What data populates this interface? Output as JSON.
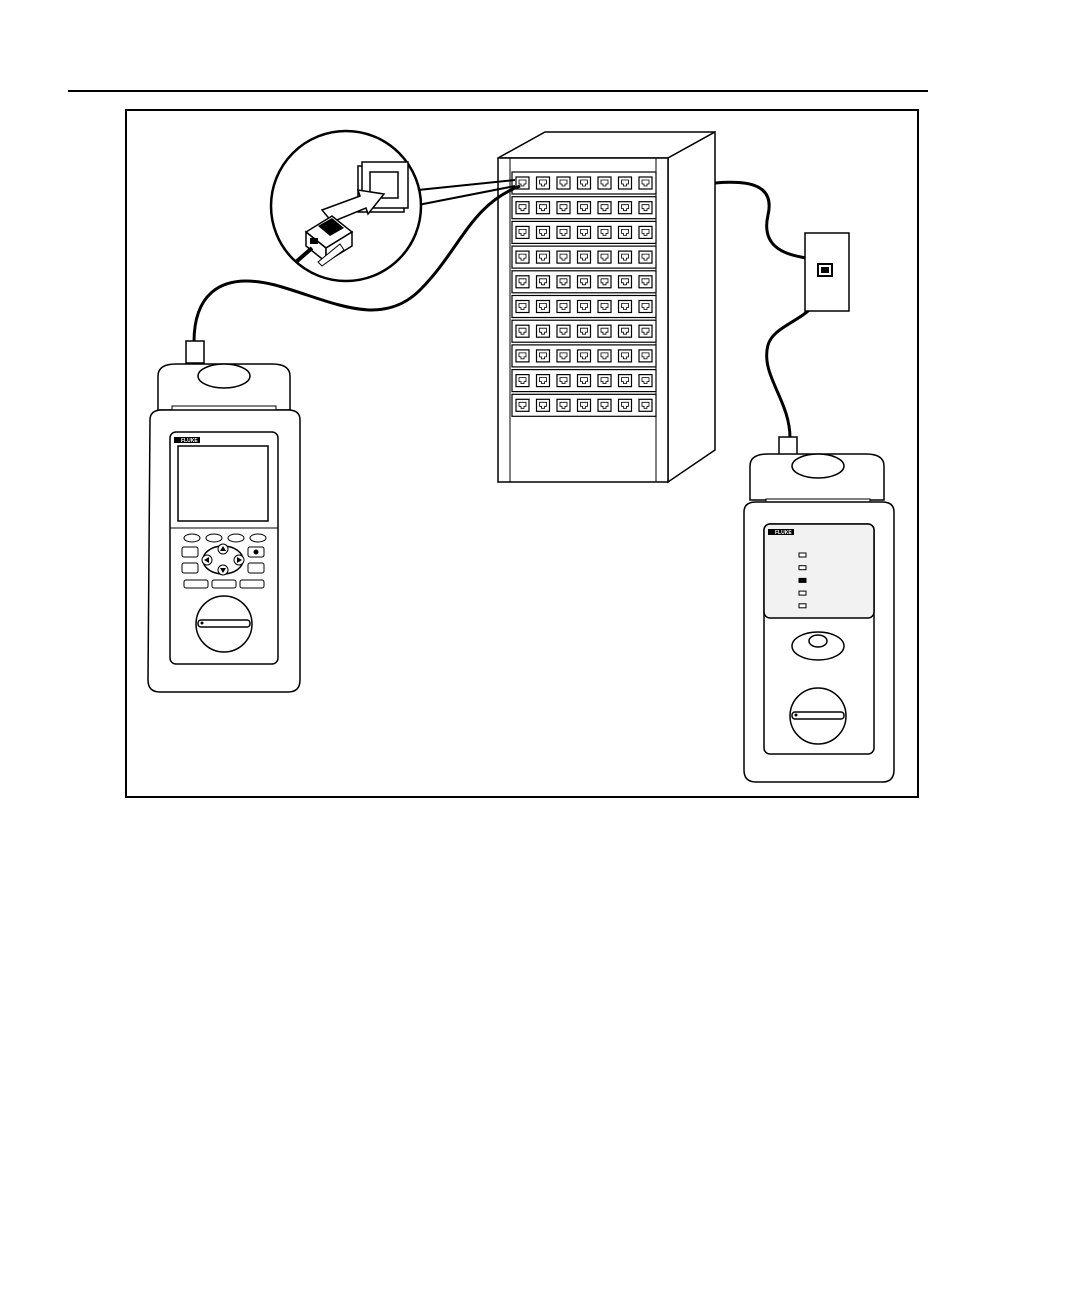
{
  "page": {
    "brand_left": "FLUKE",
    "brand_right": "FLUKE"
  },
  "colors": {
    "ink": "#000000",
    "paper": "#ffffff",
    "panel_gray": "#f2f2f2"
  },
  "patch_panel": {
    "rows": 10,
    "ports_per_row": 7
  },
  "remote_unit": {
    "led_count": 5,
    "lit_led_index": 2
  }
}
